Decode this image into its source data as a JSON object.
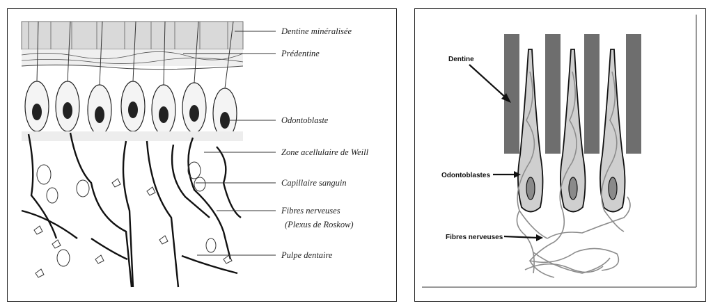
{
  "left_figure": {
    "labels": {
      "dentine_mineralisee": "Dentine minéralisée",
      "predentine": "Prédentine",
      "odontoblaste": "Odontoblaste",
      "zone_acellulaire": "Zone acellulaire de Weill",
      "capillaire": "Capillaire sanguin",
      "fibres_line1": "Fibres nerveuses",
      "fibres_line2": "(Plexus de Roskow)",
      "pulpe": "Pulpe dentaire"
    }
  },
  "right_figure": {
    "labels": {
      "dentine": "Dentine",
      "odontoblastes": "Odontoblastes",
      "fibres": "Fibres nerveuses"
    },
    "colors": {
      "dentine_bars": "#6e6e6e",
      "cell_fill": "#cfcfcf",
      "nucleus_fill": "#8a8a8a",
      "nerve_fibers": "#8c8c8c"
    }
  }
}
